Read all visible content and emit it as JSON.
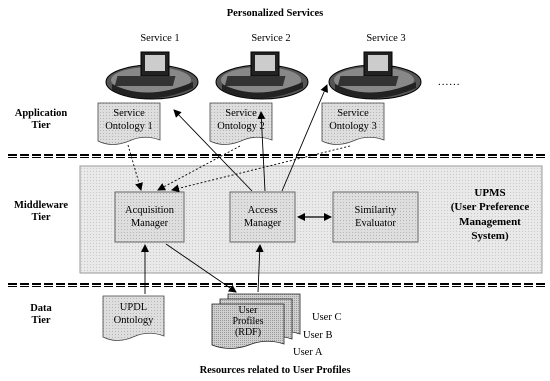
{
  "title_top": "Personalized Services",
  "title_bottom": "Resources related to User Profiles",
  "tiers": {
    "application": [
      "Application",
      "Tier"
    ],
    "middleware": [
      "Middleware",
      "Tier"
    ],
    "data": [
      "Data",
      "Tier"
    ]
  },
  "services": [
    {
      "name": "Service 1",
      "ontology": [
        "Service",
        "Ontology 1"
      ]
    },
    {
      "name": "Service 2",
      "ontology": [
        "Service",
        "Ontology 2"
      ]
    },
    {
      "name": "Service 3",
      "ontology": [
        "Service",
        "Ontology 3"
      ]
    }
  ],
  "ellipsis": "......",
  "middleware_boxes": {
    "acquisition": [
      "Acquisition",
      "Manager"
    ],
    "access": [
      "Access",
      "Manager"
    ],
    "similarity": [
      "Similarity",
      "Evaluator"
    ]
  },
  "upms": [
    "UPMS",
    "(User Preference",
    "Management",
    "System)"
  ],
  "data_items": {
    "updl": [
      "UPDL",
      "Ontology"
    ],
    "profiles": [
      "User",
      "Profiles",
      "(RDF)"
    ],
    "users": [
      "User C",
      "User B",
      "User A"
    ]
  }
}
